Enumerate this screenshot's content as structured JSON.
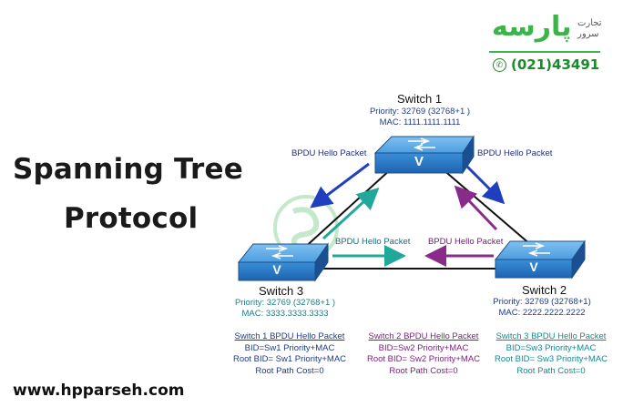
{
  "brand": {
    "logo_text": "پارسه",
    "logo_subtitle_1": "تجارت",
    "logo_subtitle_2": "سرور",
    "phone": "(021)43491",
    "website": "www.hpparseh.com",
    "accent_color": "#3cb44a"
  },
  "title": {
    "line1": "Spanning Tree",
    "line2": "Protocol"
  },
  "switches": {
    "sw1": {
      "name": "Switch 1",
      "priority": "Priority: 32769 (32768+1 )",
      "mac": "MAC: 1111.1111.1111"
    },
    "sw2": {
      "name": "Switch 2",
      "priority": "Priority: 32769 (32768+1)",
      "mac": "MAC: 2222.2222.2222"
    },
    "sw3": {
      "name": "Switch 3",
      "priority": "Priority: 32769 (32768+1 )",
      "mac": "MAC: 3333.3333.3333"
    }
  },
  "packets": {
    "left_top": "BPDU Hello Packet",
    "right_top": "BPDU Hello Packet",
    "bottom_left": "BPDU Hello Packet",
    "bottom_right": "BPDU Hello Packet"
  },
  "bpdu_boxes": [
    {
      "header": "Switch 1 BPDU Hello Packet",
      "line1": "BID=Sw1 Priority+MAC",
      "line2": "Root BID= Sw1 Priority+MAC",
      "line3": "Root Path Cost=0",
      "color": "#1f3a8a"
    },
    {
      "header": "Switch 2 BPDU Hello Packet",
      "line1": "BID=Sw2 Priority+MAC",
      "line2": "Root BID= Sw2 Priority+MAC",
      "line3": "Root Path Cost=0",
      "color": "#7a1f7a"
    },
    {
      "header": "Switch 3 BPDU Hello Packet",
      "line1": "BID=Sw3 Priority+MAC",
      "line2": "Root BID= Sw3 Priority+MAC",
      "line3": "Root Path Cost=0",
      "color": "#168a8a"
    }
  ],
  "switch_glyph": "V"
}
